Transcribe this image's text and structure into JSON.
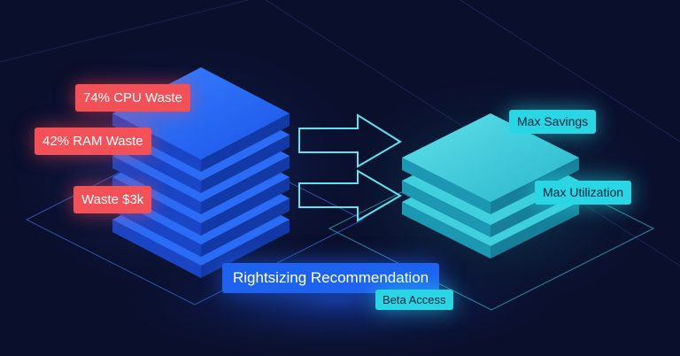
{
  "waste_labels": [
    "74% CPU Waste",
    "42% RAM Waste",
    "Waste $3k"
  ],
  "benefit_labels": [
    "Max Savings",
    "Max Utilization"
  ],
  "feature": {
    "title": "Rightsizing Recommendation",
    "badge": "Beta Access"
  },
  "colors": {
    "background": "#0a0f2c",
    "waste_red": "#f25158",
    "server_blue": "#1e5ef2",
    "optimized_cyan": "#2ac4d6",
    "arrow_cyan": "#5fe3ee"
  },
  "icons": [
    "right-arrow-icon"
  ]
}
